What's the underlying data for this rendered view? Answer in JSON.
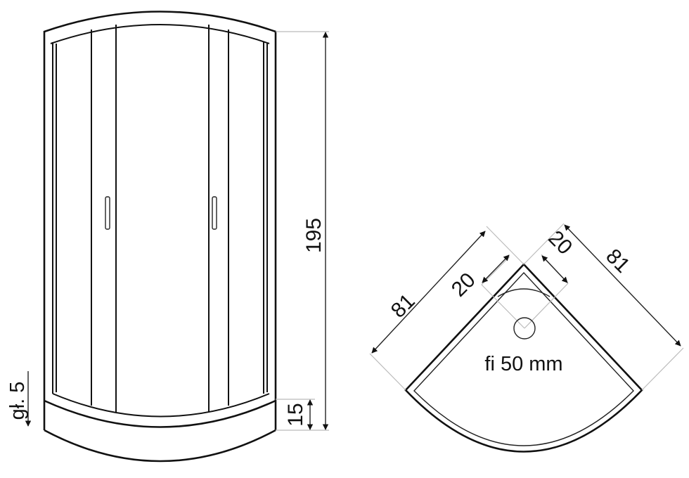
{
  "elevation": {
    "height_label": "195",
    "tray_height_label": "15",
    "depth_label": "gł. 5"
  },
  "plan": {
    "side_left_label": "81",
    "side_right_label": "81",
    "drain_offset_left_label": "20",
    "drain_offset_right_label": "20",
    "drain_label": "fi 50 mm"
  },
  "colors": {
    "line": "#111111",
    "extension": "#bbbbbb"
  }
}
